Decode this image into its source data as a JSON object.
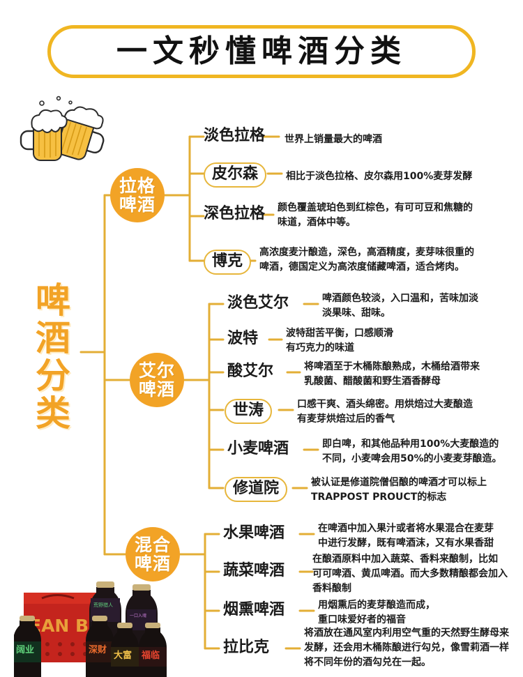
{
  "header": {
    "title": "一文秒懂啤酒分类"
  },
  "root": {
    "label_lines": [
      "啤",
      "酒",
      "分",
      "类"
    ],
    "label": "啤酒分类"
  },
  "decorations": {
    "beer_mugs_icon": "beer-mugs-icon",
    "bottles_photo": "beer-bottles-photo",
    "bottles_box_text": "EAN BAY",
    "bottle_labels": [
      "阔业",
      "深财",
      "大富",
      "福临"
    ]
  },
  "colors": {
    "accent_orange": "#F2A326",
    "wire_gold": "#E3AE35",
    "title_border": "#F0B622",
    "pill_border": "#E7B63B",
    "text_dark": "#1a1a1a"
  },
  "branches": [
    {
      "id": "lager",
      "circle_lines": [
        "拉格",
        "啤酒"
      ],
      "circle_label": "拉格啤酒",
      "items": [
        {
          "name": "淡色拉格",
          "pill": false,
          "desc": "世界上销量最大的啤酒"
        },
        {
          "name": "皮尔森",
          "pill": true,
          "desc": "相比于淡色拉格、皮尔森用100%麦芽发酵"
        },
        {
          "name": "深色拉格",
          "pill": false,
          "desc": "颜色覆盖琥珀色到红棕色，有可可豆和焦糖的\n味道，酒体中等。"
        },
        {
          "name": "博克",
          "pill": true,
          "desc": "高浓度麦汁酿造，深色，高酒精度，麦芽味很重的\n啤酒，德国定义为高浓度储藏啤酒，适合烤肉。"
        }
      ]
    },
    {
      "id": "ale",
      "circle_lines": [
        "艾尔",
        "啤酒"
      ],
      "circle_label": "艾尔啤酒",
      "items": [
        {
          "name": "淡色艾尔",
          "pill": false,
          "desc": "啤酒颜色较淡，入口温和，苦味加淡\n淡果味、甜味。"
        },
        {
          "name": "波特",
          "pill": false,
          "desc": "波特甜苦平衡，口感顺滑\n有巧克力的味道"
        },
        {
          "name": "酸艾尔",
          "pill": false,
          "desc": "将啤酒至于木桶陈酿熟成，木桶给酒带来\n乳酸菌、醋酸菌和野生酒香酵母"
        },
        {
          "name": "世涛",
          "pill": true,
          "desc": "口感干爽、酒头绵密。用烘焙过大麦酿造\n有麦芽烘焙过后的香气"
        },
        {
          "name": "小麦啤酒",
          "pill": false,
          "desc": "即白啤，和其他品种用100%大麦酿造的\n不同，小麦啤会用50%的小麦麦芽酿造。"
        },
        {
          "name": "修道院",
          "pill": true,
          "desc": "被认证是修道院僧侣酿的啤酒才可以标上\nTRAPPOST PROUCT的标志"
        }
      ]
    },
    {
      "id": "mixed",
      "circle_lines": [
        "混合",
        "啤酒"
      ],
      "circle_label": "混合啤酒",
      "items": [
        {
          "name": "水果啤酒",
          "pill": false,
          "desc": "在啤酒中加入果汁或者将水果混合在麦芽\n中进行发酵，既有啤酒沫，又有水果香甜"
        },
        {
          "name": "蔬菜啤酒",
          "pill": false,
          "desc": "在酿酒原料中加入蔬菜、香料来酿制，比如\n可可啤酒、黄瓜啤酒。而大多数精酿都会加入\n香料酿制"
        },
        {
          "name": "烟熏啤酒",
          "pill": false,
          "desc": "用烟熏后的麦芽酿造而成，\n重口味爱好者的福音"
        },
        {
          "name": "拉比克",
          "pill": false,
          "desc": "将酒放在通风室内利用空气重的天然野生酵母来\n发酵，还会用木桶陈酿进行勾兑，像雪莉酒一样\n将不同年份的酒勾兑在一起。"
        }
      ]
    }
  ]
}
